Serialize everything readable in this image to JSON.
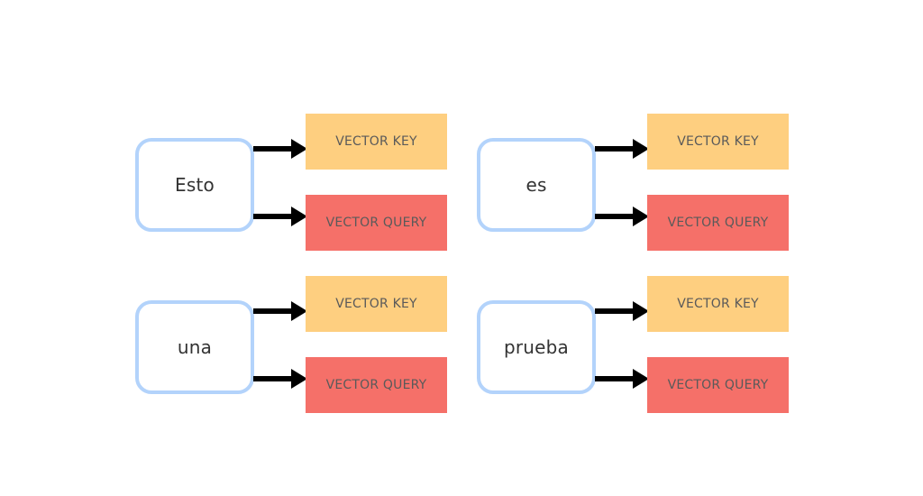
{
  "colors": {
    "token_border": "#b3d3fb",
    "key_fill": "#fecf80",
    "query_fill": "#f57069",
    "arrow": "#000000",
    "label_text": "#5a5a5a",
    "token_text": "#333333"
  },
  "groups": [
    {
      "token": "Esto",
      "key_label": "VECTOR KEY",
      "query_label": "VECTOR QUERY"
    },
    {
      "token": "es",
      "key_label": "VECTOR KEY",
      "query_label": "VECTOR QUERY"
    },
    {
      "token": "una",
      "key_label": "VECTOR KEY",
      "query_label": "VECTOR QUERY"
    },
    {
      "token": "prueba",
      "key_label": "VECTOR KEY",
      "query_label": "VECTOR QUERY"
    }
  ],
  "icons": {
    "arrow": "arrow-right-icon"
  }
}
